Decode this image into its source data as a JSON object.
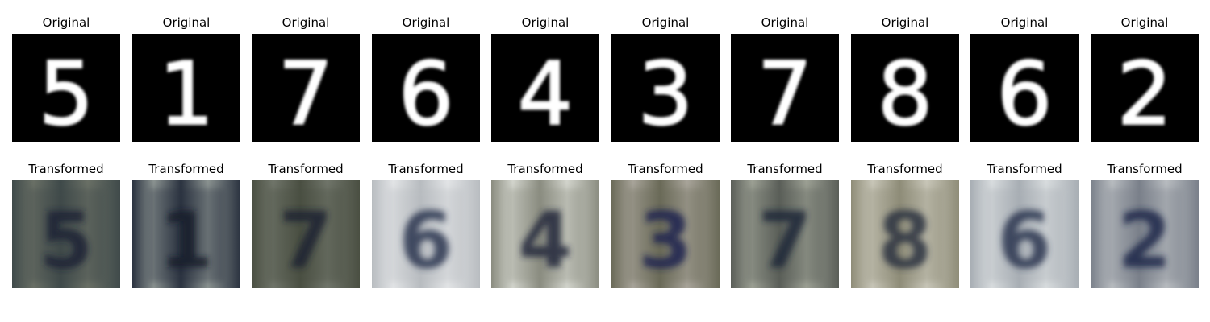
{
  "labels": {
    "original": "Original",
    "transformed": "Transformed"
  },
  "digits": [
    "5",
    "1",
    "7",
    "6",
    "4",
    "3",
    "7",
    "8",
    "6",
    "2"
  ],
  "colors": {
    "original_background": "#000000",
    "original_stroke": "#ffffff",
    "transformed_palette": [
      [
        "#3f4a4a",
        "#1a2236",
        "#6a7066"
      ],
      [
        "#2b3340",
        "#151b2a",
        "#8a9290"
      ],
      [
        "#4a4f42",
        "#1c2230",
        "#70756a"
      ],
      [
        "#b8bcc0",
        "#2c3550",
        "#e2e4e6"
      ],
      [
        "#8a8c80",
        "#20283a",
        "#d2d4cc"
      ],
      [
        "#6a6a58",
        "#1a2250",
        "#a8a49a"
      ],
      [
        "#5a5e58",
        "#1e2838",
        "#9ca094"
      ],
      [
        "#8e8c78",
        "#2a3040",
        "#c8c6b8"
      ],
      [
        "#a8aeb4",
        "#2a3450",
        "#d8dcde"
      ],
      [
        "#7a808a",
        "#1e2848",
        "#b8bcc0"
      ]
    ]
  }
}
